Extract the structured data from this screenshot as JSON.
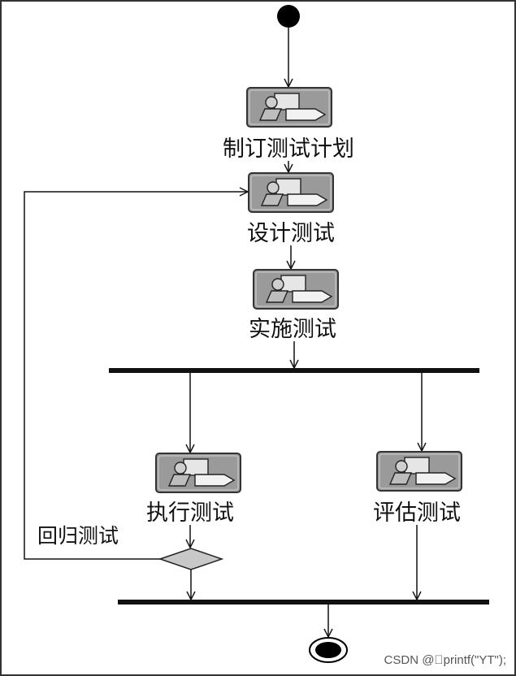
{
  "diagram": {
    "nodes": {
      "plan": {
        "label": "制订测试计划",
        "icon": "activity-icon"
      },
      "design": {
        "label": "设计测试",
        "icon": "activity-icon"
      },
      "implement": {
        "label": "实施测试",
        "icon": "activity-icon"
      },
      "execute": {
        "label": "执行测试",
        "icon": "activity-icon"
      },
      "evaluate": {
        "label": "评估测试",
        "icon": "activity-icon"
      }
    },
    "regression_label": "回归测试",
    "watermark": "CSDN @\u0000printf(\"YT\");"
  },
  "colors": {
    "line": "#111111",
    "node_fill": "#9a9a9a",
    "node_border": "#3a3a3a",
    "decision_fill": "#c8c8c8"
  }
}
